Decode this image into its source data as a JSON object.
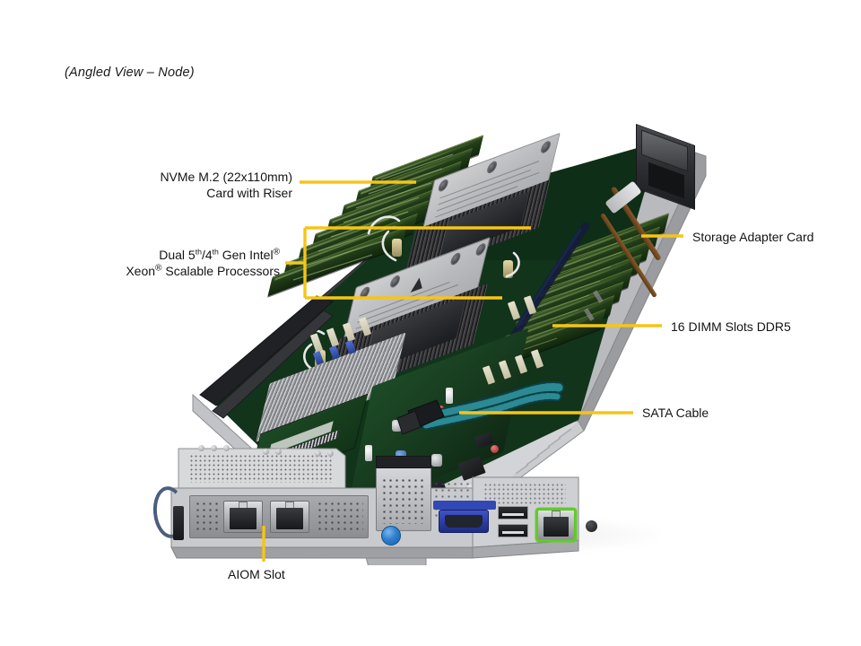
{
  "caption": "(Angled View – Node)",
  "product": {
    "view": "Angled View – Node"
  },
  "callouts": [
    {
      "id": "nvme-m2",
      "name": "nvme-m2-card-callout",
      "line1": "NVMe M.2 (22x110mm)",
      "line2": "Card with Riser",
      "side": "left"
    },
    {
      "id": "cpus",
      "name": "dual-cpu-callout",
      "line1_pre": "Dual 5",
      "line1_sup1": "th",
      "line1_mid": "/4",
      "line1_sup2": "th",
      "line1_post": " Gen Intel",
      "line1_reg": "®",
      "line2_pre": "Xeon",
      "line2_reg": "®",
      "line2_post": " Scalable Processors",
      "side": "left"
    },
    {
      "id": "storage-adapter",
      "name": "storage-adapter-card-callout",
      "line1": "Storage Adapter Card",
      "side": "right"
    },
    {
      "id": "dimm",
      "name": "dimm-slots-callout",
      "line1": "16 DIMM Slots DDR5",
      "side": "right"
    },
    {
      "id": "sata",
      "name": "sata-cable-callout",
      "line1": "SATA Cable",
      "side": "right"
    },
    {
      "id": "aiom",
      "name": "aiom-slot-callout",
      "line1": "AIOM Slot",
      "side": "bottom"
    }
  ],
  "colors": {
    "leader": "#F5C518",
    "text": "#141414",
    "background": "#FFFFFF",
    "pcb_green": "#143A1C",
    "chassis_metal": "#C6C7CA",
    "mgmt_port_accent": "#63CC2C",
    "vga_blue": "#2B3DA6",
    "sata_teal": "#1F6F77"
  },
  "labels": {
    "nvme_line1": "NVMe M.2 (22x110mm)",
    "nvme_line2": "Card with Riser",
    "cpu_line2_tail": " Scalable Processors",
    "storage_adapter": "Storage Adapter Card",
    "dimm_slots": "16 DIMM Slots DDR5",
    "sata_cable": "SATA Cable",
    "aiom_slot": "AIOM Slot"
  }
}
